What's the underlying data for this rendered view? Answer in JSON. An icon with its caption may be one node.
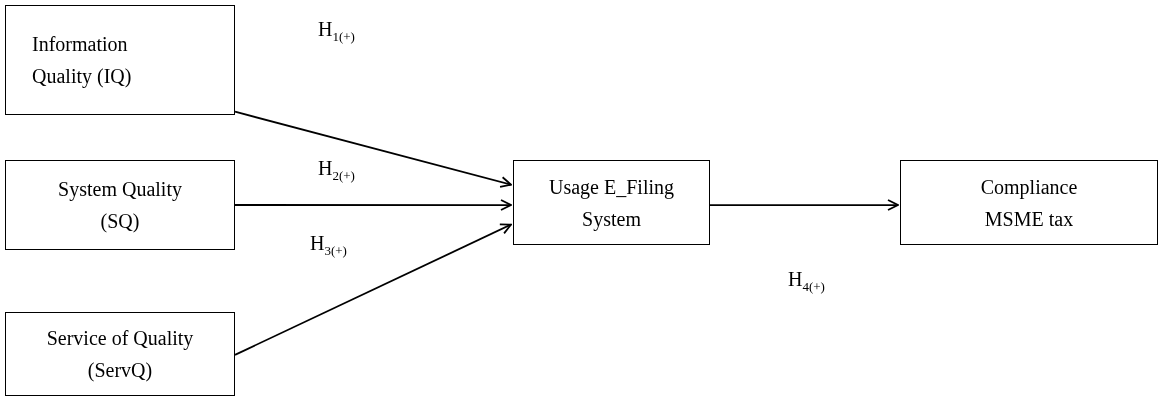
{
  "diagram": {
    "nodes": [
      {
        "text": [
          "Information Quality (IQ)"
        ]
      },
      {
        "text": [
          "System Quality (SQ)"
        ]
      },
      {
        "text": [
          "Service of Quality (ServQ)"
        ]
      },
      {
        "text": [
          "Usage E_Filing System"
        ]
      },
      {
        "text": [
          "Compliance MSME tax"
        ]
      }
    ],
    "edges": [
      {
        "from": 0,
        "to": 3,
        "arrow": "to",
        "label": "H$_{1(+)}$"
      },
      {
        "from": 1,
        "to": 3,
        "arrow": "to",
        "label": "H$_{2(+)}$"
      },
      {
        "from": 2,
        "to": 3,
        "arrow": "to",
        "label": "H$_{3(+)}$"
      },
      {
        "from": 3,
        "to": 4,
        "arrow": "to",
        "label": "H$_{4(+)}$"
      }
    ]
  }
}
